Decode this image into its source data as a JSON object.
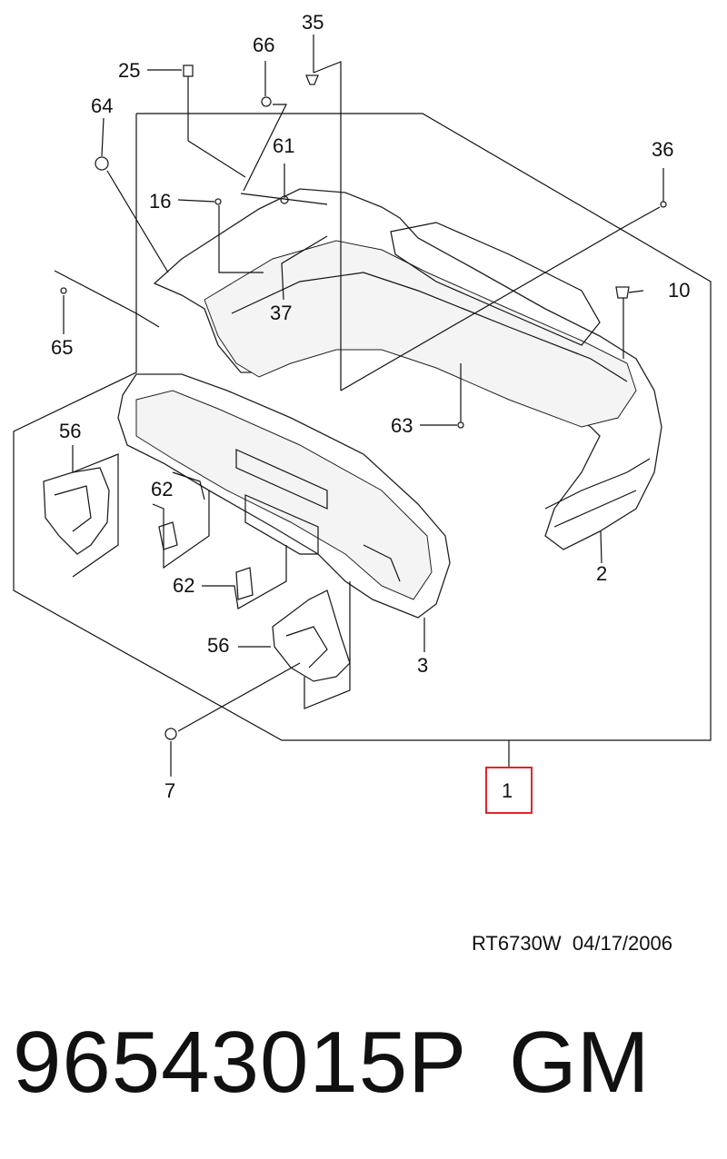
{
  "diagram": {
    "callouts": {
      "c35": "35",
      "c66": "66",
      "c25": "25",
      "c64": "64",
      "c61": "61",
      "c36": "36",
      "c16": "16",
      "c10": "10",
      "c37": "37",
      "c65": "65",
      "c63": "63",
      "c56a": "56",
      "c62a": "62",
      "c62b": "62",
      "c2": "2",
      "c56b": "56",
      "c3": "3",
      "c7": "7",
      "c1": "1"
    },
    "highlight_color": "#e0252c"
  },
  "reference": {
    "code": "RT6730W",
    "date": "04/17/2006"
  },
  "footer": {
    "part_number": "96543015P",
    "brand": "GM"
  }
}
